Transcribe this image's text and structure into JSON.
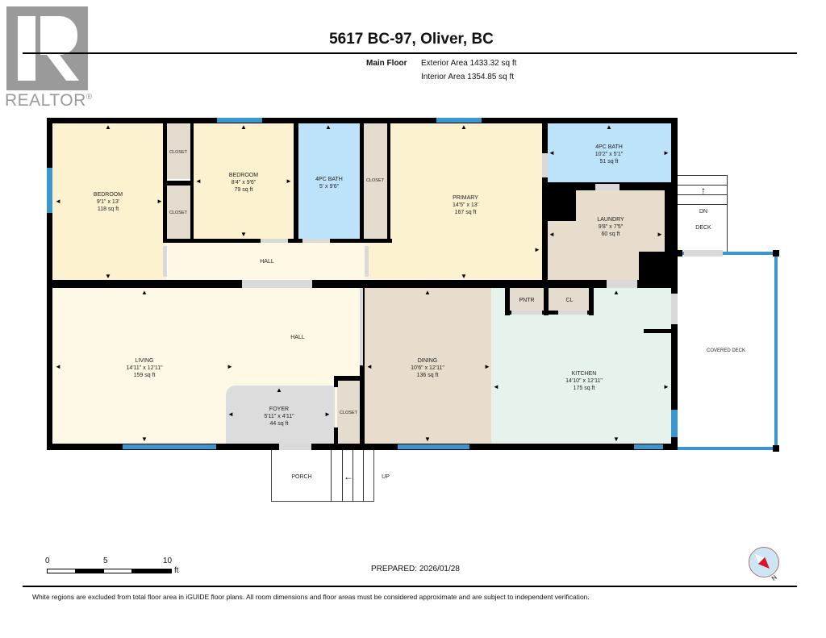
{
  "header": {
    "logo_text": "REALTOR",
    "logo_mark": "®",
    "title": "5617 BC-97, Oliver, BC",
    "floor_label": "Main Floor",
    "exterior_area": "Exterior Area 1433.32 sq ft",
    "interior_area": "Interior Area 1354.85 sq ft"
  },
  "rooms": {
    "bedroom1": {
      "name": "BEDROOM",
      "dims": "9'1\" x 13'",
      "area": "118 sq ft"
    },
    "closet1": {
      "name": "CLOSET"
    },
    "closet2": {
      "name": "CLOSET"
    },
    "bedroom2": {
      "name": "BEDROOM",
      "dims": "8'4\" x 9'6\"",
      "area": "79 sq ft"
    },
    "bath1": {
      "name": "4PC BATH",
      "dims": "5' x 9'6\""
    },
    "closet3": {
      "name": "CLOSET"
    },
    "primary": {
      "name": "PRIMARY",
      "dims": "14'5\" x 13'",
      "area": "167 sq ft"
    },
    "bath2": {
      "name": "4PC BATH",
      "dims": "10'2\" x 5'1\"",
      "area": "51 sq ft"
    },
    "laundry": {
      "name": "LAUNDRY",
      "dims": "9'8\" x 7'5\"",
      "area": "60 sq ft"
    },
    "hall_upper": {
      "name": "HALL"
    },
    "hall_lower": {
      "name": "HALL"
    },
    "living": {
      "name": "LIVING",
      "dims": "14'11\" x 12'11\"",
      "area": "159 sq ft"
    },
    "foyer": {
      "name": "FOYER",
      "dims": "5'11\" x 4'11\"",
      "area": "44 sq ft"
    },
    "closet4": {
      "name": "CLOSET"
    },
    "dining": {
      "name": "DINING",
      "dims": "10'6\" x 12'11\"",
      "area": "136 sq ft"
    },
    "pantry": {
      "name": "PNTR"
    },
    "cl": {
      "name": "CL"
    },
    "kitchen": {
      "name": "KITCHEN",
      "dims": "14'10\" x 12'11\"",
      "area": "175 sq ft"
    },
    "covered_deck": {
      "name": "COVERED DECK"
    },
    "deck": {
      "name": "DECK"
    },
    "deck_stairs": {
      "label": "DN"
    },
    "porch": {
      "name": "PORCH"
    },
    "porch_stairs": {
      "label": "UP"
    }
  },
  "scale": {
    "ticks": [
      "0",
      "5",
      "10"
    ],
    "unit": "ft"
  },
  "prepared": "PREPARED: 2026/01/28",
  "compass": {
    "label": "N"
  },
  "footer": "White regions are excluded from total floor area in iGUIDE floor plans. All room dimensions and floor areas must be considered approximate and are subject to independent verification.",
  "colors": {
    "bedroom": "#fdf2cf",
    "closet": "#e4dccf",
    "bath": "#bde3fb",
    "hall": "#fef8e4",
    "living": "#fef8e6",
    "foyer": "#dcdcdc",
    "dining": "#e8ddcc",
    "kitchen": "#e6f3ed",
    "laundry": "#e8ddcc",
    "window": "#3b95cf",
    "wall": "#000000"
  }
}
